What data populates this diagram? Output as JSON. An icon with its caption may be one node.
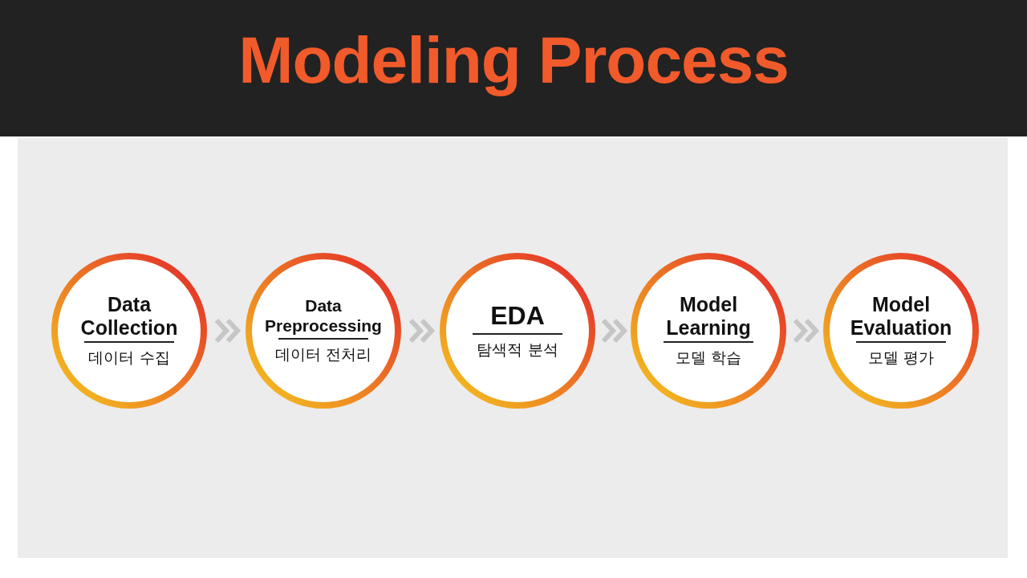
{
  "diagram": {
    "title": "Modeling Process",
    "nodes": [
      {
        "text": [
          "Data Collection",
          "데이터 수집"
        ]
      },
      {
        "text": [
          "Data Preprocessing",
          "데이터 전처리"
        ]
      },
      {
        "text": [
          "EDA",
          "탐색적 분석"
        ]
      },
      {
        "text": [
          "Model Learning",
          "모델 학습"
        ]
      },
      {
        "text": [
          "Model Evaluation",
          "모델 평가"
        ]
      }
    ],
    "edges": [
      {
        "from": 0,
        "to": 1,
        "arrow": "to"
      },
      {
        "from": 1,
        "to": 2,
        "arrow": "to"
      },
      {
        "from": 2,
        "to": 3,
        "arrow": "to"
      },
      {
        "from": 3,
        "to": 4,
        "arrow": "to"
      }
    ]
  }
}
